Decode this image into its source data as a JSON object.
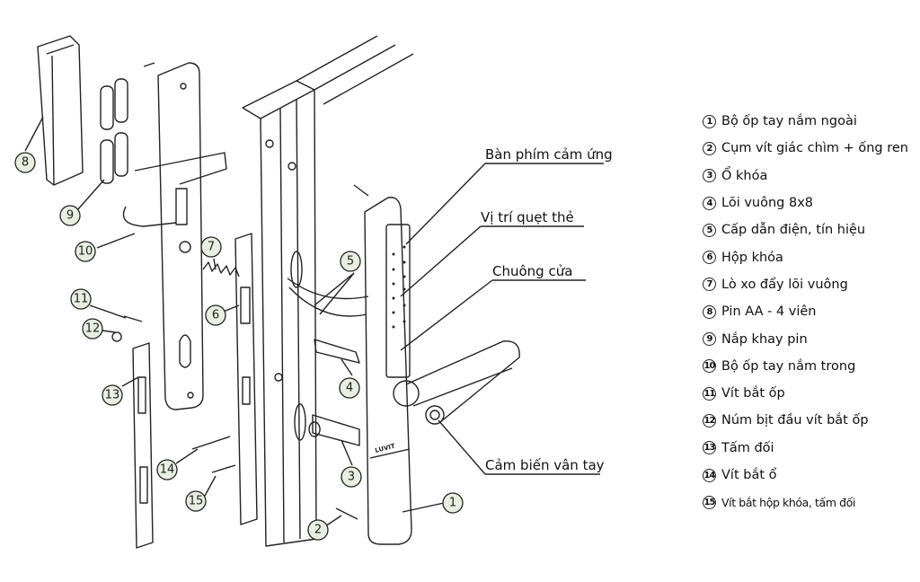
{
  "labels": {
    "keypad": "Bàn phím cảm ứng",
    "card_reader": "Vị trí quẹt thẻ",
    "doorbell": "Chuông cửa",
    "fingerprint": "Cảm biến vân tay"
  },
  "logo_text": "LUVIT",
  "callouts": [
    "1",
    "2",
    "3",
    "4",
    "5",
    "6",
    "7",
    "8",
    "9",
    "10",
    "11",
    "12",
    "13",
    "14",
    "15"
  ],
  "legend": [
    {
      "num": "1",
      "text": "Bộ ốp tay nắm ngoài"
    },
    {
      "num": "2",
      "text": "Cụm vít giác chìm + ống ren"
    },
    {
      "num": "3",
      "text": "Ổ khóa"
    },
    {
      "num": "4",
      "text": "Lõi vuông 8x8"
    },
    {
      "num": "5",
      "text": "Cấp dẫn điện, tín hiệu"
    },
    {
      "num": "6",
      "text": "Hộp khóa"
    },
    {
      "num": "7",
      "text": "Lò xo đẩy lõi vuông"
    },
    {
      "num": "8",
      "text": "Pin AA - 4 viên"
    },
    {
      "num": "9",
      "text": "Nắp khay pin"
    },
    {
      "num": "10",
      "text": "Bộ ốp tay nắm trong"
    },
    {
      "num": "11",
      "text": "Vít bắt ốp"
    },
    {
      "num": "12",
      "text": "Núm bịt đầu vít bắt ốp"
    },
    {
      "num": "13",
      "text": "Tấm đối"
    },
    {
      "num": "14",
      "text": "Vít bắt ổ"
    },
    {
      "num": "15",
      "text": "Vít bắt hộp khóa, tấm đối"
    }
  ],
  "colors": {
    "callout_fill": "#e6efe0",
    "line": "#222222"
  }
}
